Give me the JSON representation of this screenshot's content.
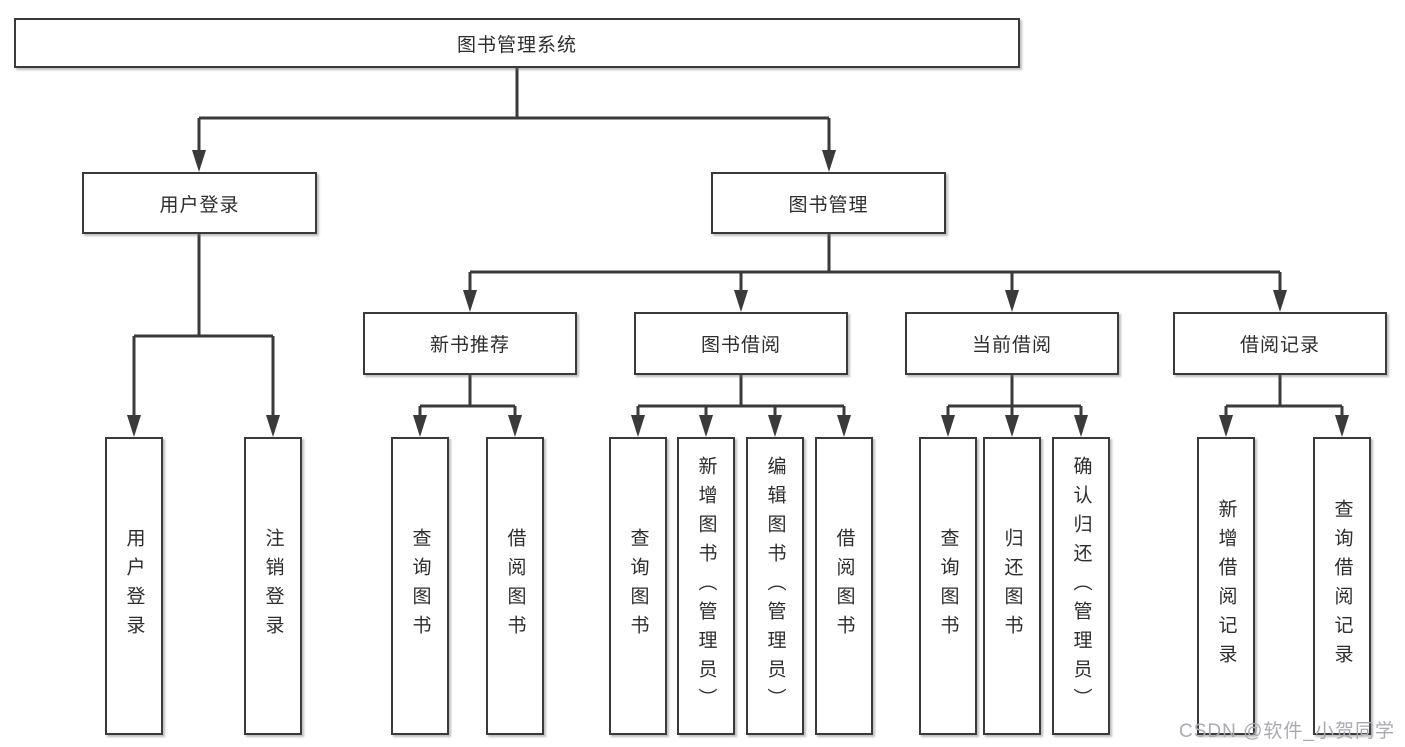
{
  "diagram": {
    "root": {
      "label": "图书管理系统"
    },
    "level2": [
      {
        "label": "用户登录"
      },
      {
        "label": "图书管理"
      }
    ],
    "level3": [
      {
        "label": "新书推荐"
      },
      {
        "label": "图书借阅"
      },
      {
        "label": "当前借阅"
      },
      {
        "label": "借阅记录"
      }
    ],
    "leaves": [
      {
        "label": "用户登录"
      },
      {
        "label": "注销登录"
      },
      {
        "label": "查询图书"
      },
      {
        "label": "借阅图书"
      },
      {
        "label": "查询图书"
      },
      {
        "label": "新增图书（管理员）"
      },
      {
        "label": "编辑图书（管理员）"
      },
      {
        "label": "借阅图书"
      },
      {
        "label": "查询图书"
      },
      {
        "label": "归还图书"
      },
      {
        "label": "确认归还（管理员）"
      },
      {
        "label": "新增借阅记录"
      },
      {
        "label": "查询借阅记录"
      }
    ],
    "watermark": "CSDN @软件_小贺同学",
    "colors": {
      "line": "#3a3a3a",
      "box_border": "#3a3a3a",
      "box_fill": "#ffffff",
      "text": "#2d2d2d",
      "watermark": "#aaaab2"
    }
  }
}
